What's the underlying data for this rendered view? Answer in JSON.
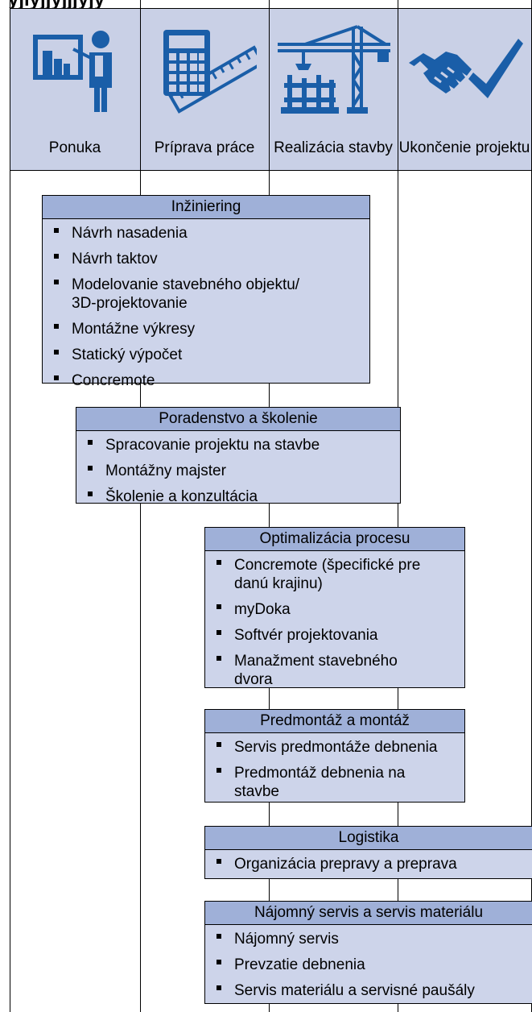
{
  "header": {
    "title_fragment": "yjiyjjyjjjyjy"
  },
  "phases": [
    {
      "label": "Ponuka",
      "icon": "presentation-icon"
    },
    {
      "label": "Príprava práce",
      "icon": "calculator-ruler-icon"
    },
    {
      "label": "Realizácia stavby",
      "icon": "crane-icon"
    },
    {
      "label": "Ukončenie projektu",
      "icon": "handshake-check-icon"
    }
  ],
  "boxes": [
    {
      "title": "Inžiniering",
      "items": [
        "Návrh nasadenia",
        "Návrh taktov",
        "Modelovanie stavebného objektu/ 3D-projektovanie",
        "Montážne výkresy",
        "Statický výpočet",
        "Concremote"
      ]
    },
    {
      "title": "Poradenstvo a školenie",
      "items": [
        "Spracovanie projektu na stavbe",
        "Montážny majster",
        "Školenie a konzultácia"
      ]
    },
    {
      "title": "Optimalizácia procesu",
      "items": [
        "Concremote (špecifické pre danú krajinu)",
        "myDoka",
        "Softvér projektovania",
        "Manažment stavebného dvora"
      ]
    },
    {
      "title": "Predmontáž a montáž",
      "items": [
        "Servis predmontáže debnenia",
        "Predmontáž debnenia na stavbe"
      ]
    },
    {
      "title": "Logistika",
      "items": [
        "Organizácia prepravy a preprava"
      ]
    },
    {
      "title": "Nájomný servis a servis materiálu",
      "items": [
        "Nájomný servis",
        "Prevzatie debnenia",
        "Servis materiálu a servisné paušály"
      ]
    }
  ],
  "colors": {
    "header_bg": "#c9d0e6",
    "box_bg": "#cdd4ea",
    "box_title_bg": "#9fb0d8",
    "icon_blue": "#1a5ea8"
  }
}
